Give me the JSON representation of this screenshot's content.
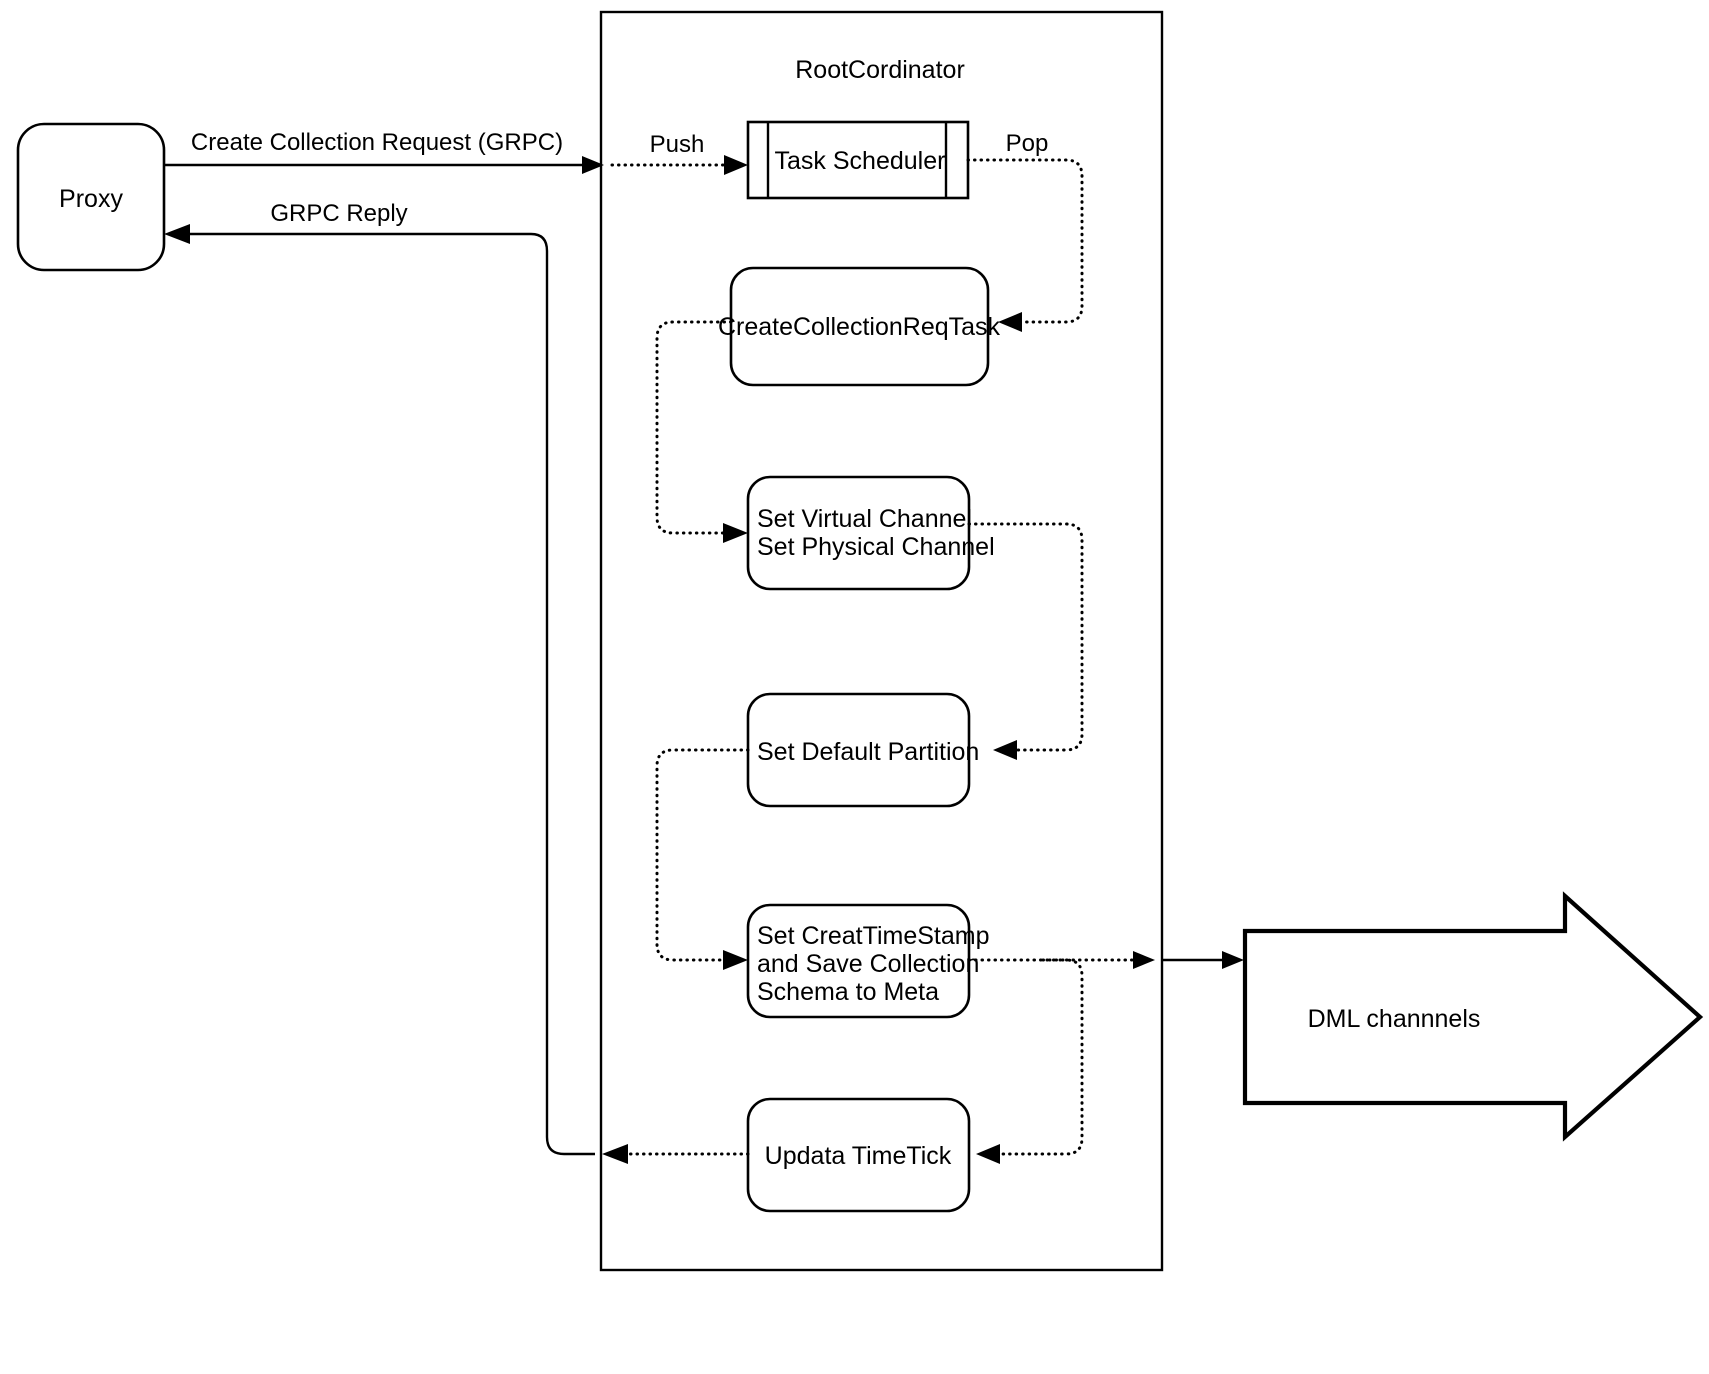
{
  "diagram": {
    "title": "RootCordinator",
    "external_nodes": [
      {
        "id": "proxy",
        "label": "Proxy"
      },
      {
        "id": "dml",
        "label": "DML channnels"
      }
    ],
    "nodes": [
      {
        "id": "task-scheduler",
        "label": "Task Scheduler",
        "shape": "queue"
      },
      {
        "id": "create-collection-req-task",
        "label": "CreateCollectionReqTask",
        "shape": "rounded-rect"
      },
      {
        "id": "set-channels",
        "shape": "rounded-rect",
        "lines": [
          "Set Virtual Channel",
          "Set Physical Channel"
        ]
      },
      {
        "id": "set-default-partition",
        "label": "Set Default Partition",
        "shape": "rounded-rect"
      },
      {
        "id": "set-create-timestamp",
        "shape": "rounded-rect",
        "lines": [
          "Set CreatTimeStamp",
          "and Save Collection",
          "Schema to Meta"
        ]
      },
      {
        "id": "update-timetick",
        "label": "Updata TimeTick",
        "shape": "rounded-rect"
      }
    ],
    "edge_labels": {
      "request": "Create Collection Request (GRPC)",
      "reply": "GRPC Reply",
      "push": "Push",
      "pop": "Pop"
    },
    "colors": {
      "stroke": "#000000",
      "fill": "#ffffff",
      "background": "#ffffff"
    }
  }
}
